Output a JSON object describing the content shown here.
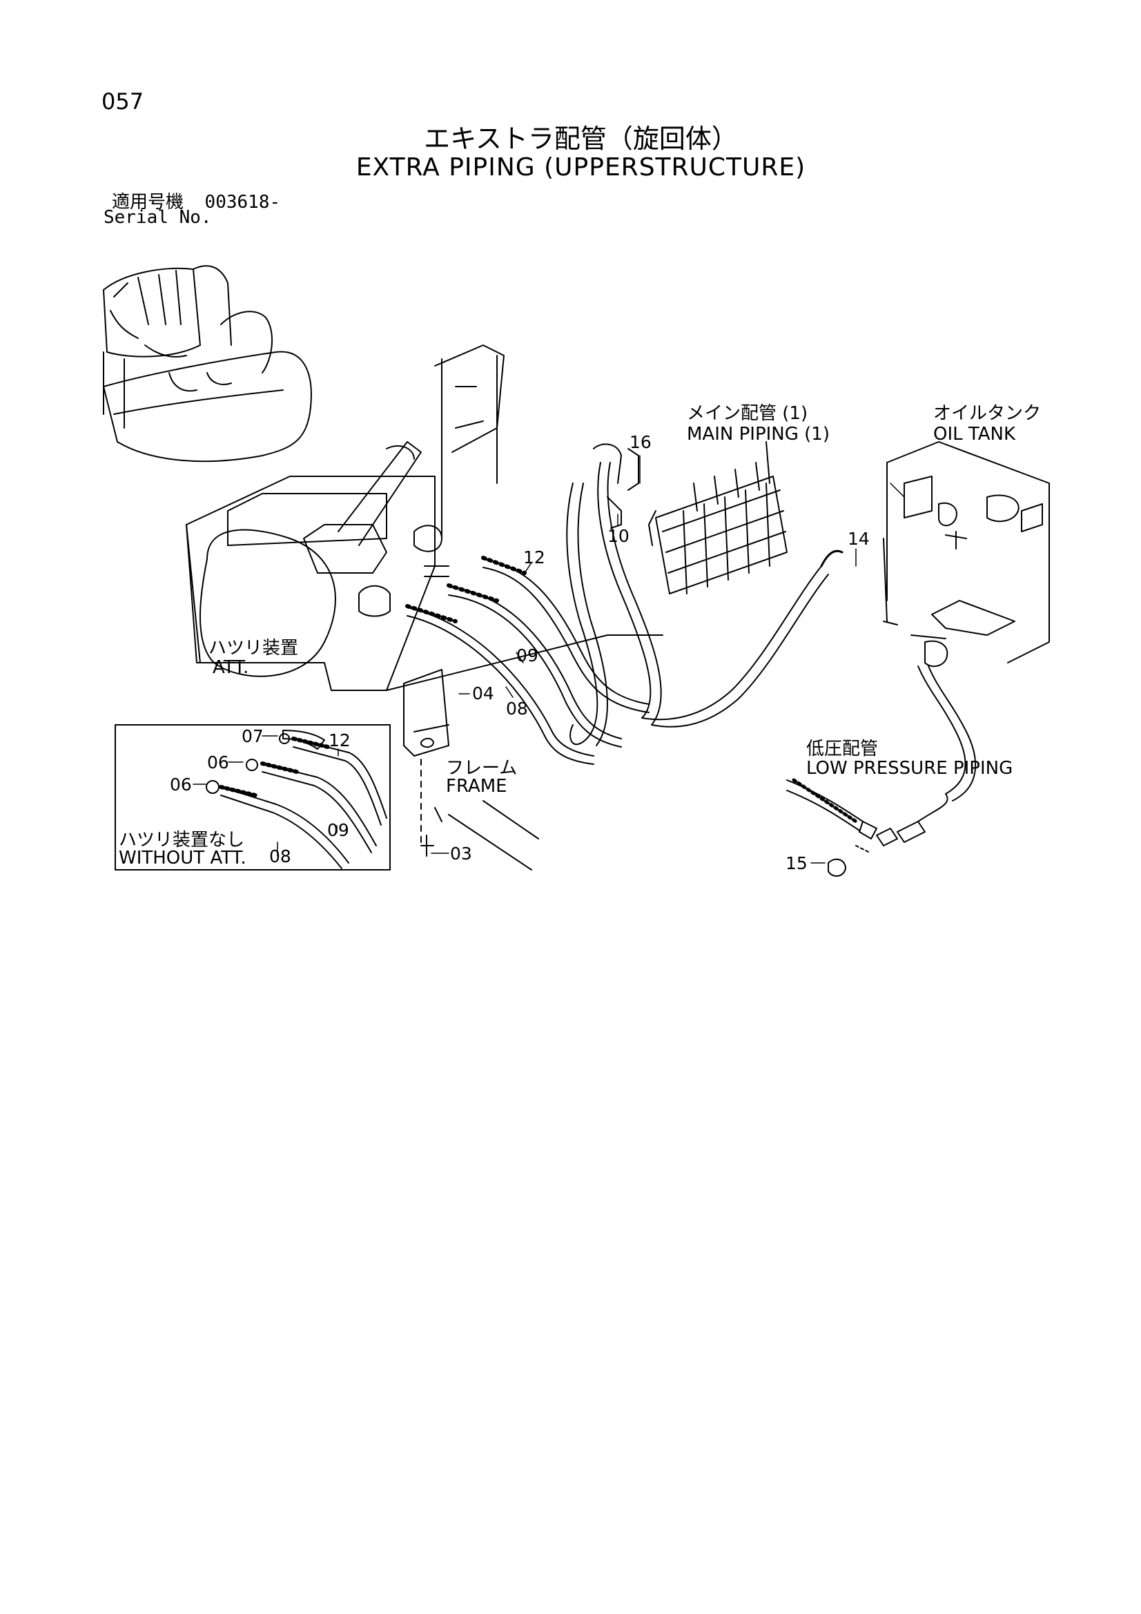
{
  "header": {
    "page_number": "057",
    "title_jp": "エキストラ配管（旋回体）",
    "title_en": "EXTRA PIPING (UPPERSTRUCTURE)",
    "serial_label_jp": "適用号機",
    "serial_value": "003618-",
    "serial_label_en": "Serial No."
  },
  "callouts": {
    "main_piping_jp": "メイン配管 (1)",
    "main_piping_en": "MAIN PIPING (1)",
    "oil_tank_jp": "オイルタンク",
    "oil_tank_en": "OIL TANK",
    "att_jp": "ハツリ装置",
    "att_en": "ATT.",
    "frame_jp": "フレーム",
    "frame_en": "FRAME",
    "low_pressure_jp": "低圧配管",
    "low_pressure_en": "LOW PRESSURE PIPING",
    "without_att_jp": "ハツリ装置なし",
    "without_att_en": "WITHOUT ATT."
  },
  "part_numbers": {
    "p16": "16",
    "p10": "10",
    "p12": "12",
    "p09": "09",
    "p08": "08",
    "p04": "04",
    "p03": "03",
    "p14": "14",
    "p15": "15",
    "inset_p07": "07",
    "inset_p06a": "06",
    "inset_p06b": "06",
    "inset_p12": "12",
    "inset_p09": "09",
    "inset_p08": "08"
  }
}
